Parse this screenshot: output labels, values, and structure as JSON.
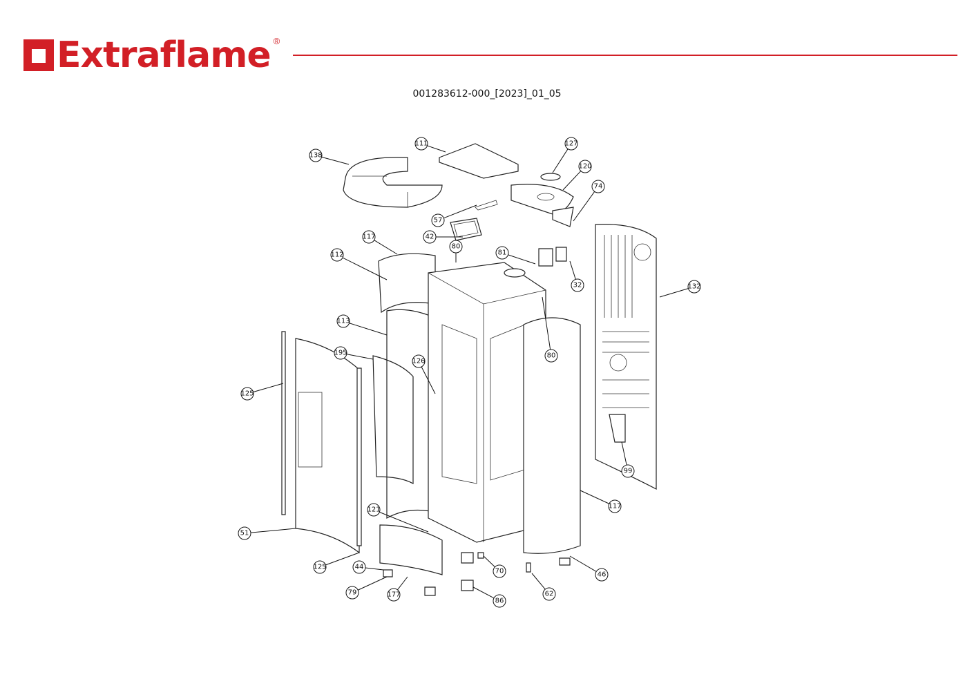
{
  "header": {
    "brand": "Extraflame",
    "registered_mark": "®",
    "document_code": "001283612-000_[2023]_01_05",
    "accent_color": "#d21f26"
  },
  "diagram": {
    "callouts": [
      "138",
      "111",
      "127",
      "120",
      "74",
      "57",
      "42",
      "80",
      "81",
      "32",
      "117",
      "112",
      "132",
      "113",
      "80",
      "195",
      "126",
      "125",
      "99",
      "117",
      "121",
      "51",
      "125",
      "44",
      "70",
      "46",
      "79",
      "177",
      "62",
      "86"
    ]
  }
}
